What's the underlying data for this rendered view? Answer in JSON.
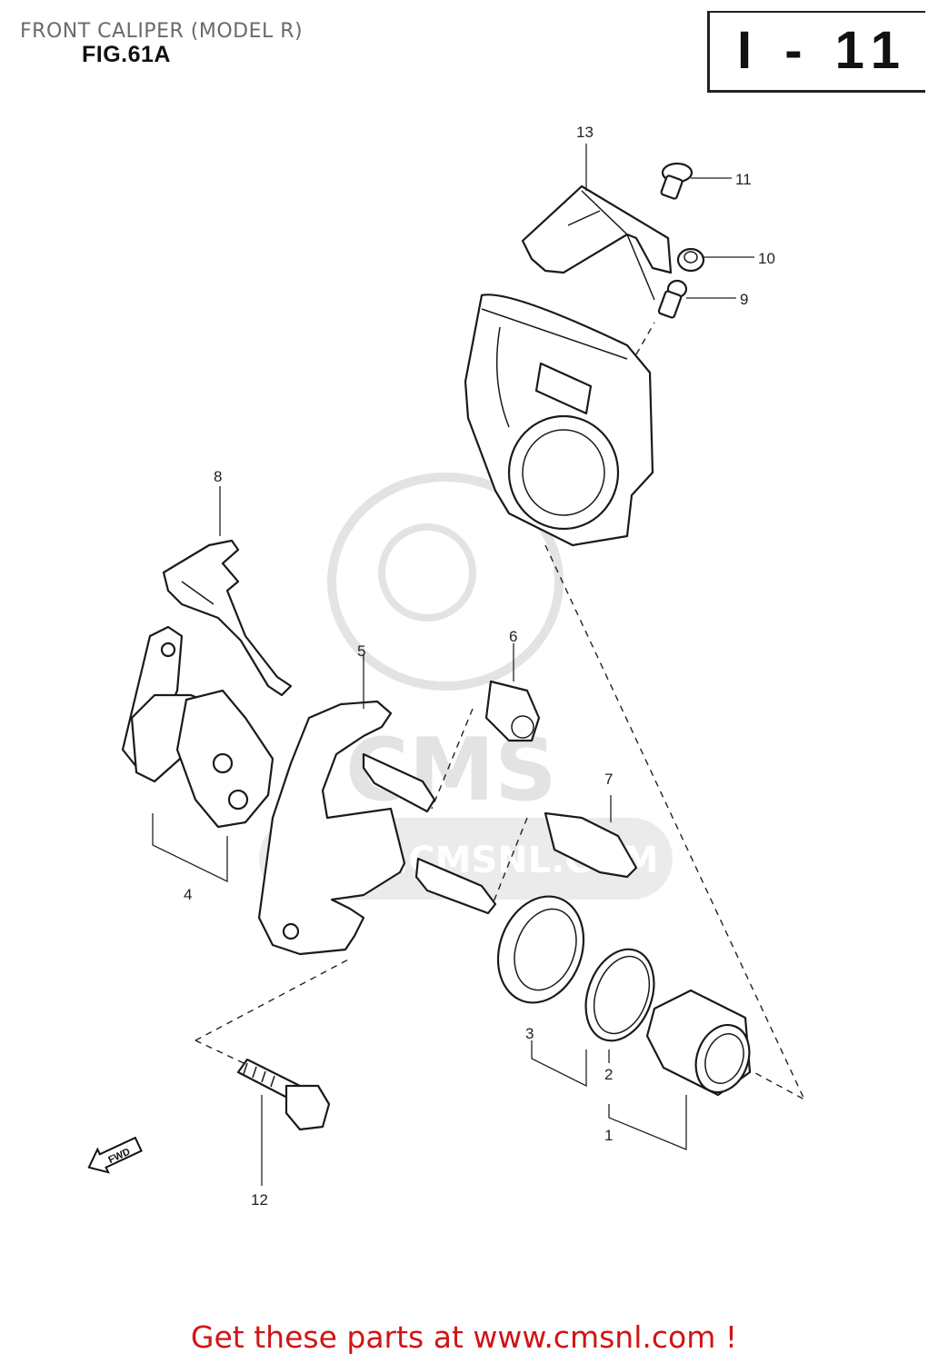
{
  "header": {
    "title": "FRONT CALIPER (MODEL R)",
    "figure": "FIG.61A",
    "section_code": "I - 11"
  },
  "watermark": {
    "brand": "CMS",
    "url": "WWW.CMSNL.COM"
  },
  "direction_marker": "FWD",
  "callouts": [
    "1",
    "2",
    "3",
    "4",
    "5",
    "6",
    "7",
    "8",
    "9",
    "10",
    "11",
    "12",
    "13"
  ],
  "footer": {
    "link_text": "Get these parts at www.cmsnl.com !",
    "link_color": "#d11414"
  },
  "parts": [
    {
      "icon": "caliper-body-icon"
    },
    {
      "icon": "piston-icon"
    },
    {
      "icon": "dust-seal-icon"
    },
    {
      "icon": "piston-seal-icon"
    },
    {
      "icon": "brake-pad-icon"
    },
    {
      "icon": "caliper-bracket-icon"
    },
    {
      "icon": "rubber-boot-icon"
    },
    {
      "icon": "slide-pin-icon"
    },
    {
      "icon": "pad-spring-icon"
    },
    {
      "icon": "bleeder-valve-icon"
    },
    {
      "icon": "bleeder-cap-icon"
    },
    {
      "icon": "screw-icon"
    },
    {
      "icon": "mounting-bolt-icon"
    },
    {
      "icon": "cover-plate-icon"
    }
  ]
}
